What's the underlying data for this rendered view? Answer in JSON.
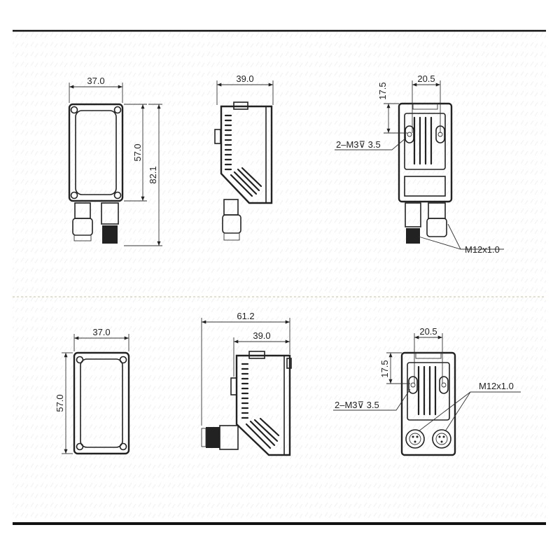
{
  "drawing": {
    "top_row": {
      "front_width": "37.0",
      "front_height": "57.0",
      "total_height": "82.1",
      "side_width": "39.0",
      "back_width": "20.5",
      "back_offset": "17.5",
      "mount_hole_label": "2–M3⊽ 3.5",
      "connector_label": "M12x1.0"
    },
    "bottom_row": {
      "front_width": "37.0",
      "front_height": "57.0",
      "side_total_width": "61.2",
      "side_width": "39.0",
      "back_width": "20.5",
      "back_offset": "17.5",
      "mount_hole_label": "2–M3⊽ 3.5",
      "connector_label": "M12x1.0"
    }
  }
}
